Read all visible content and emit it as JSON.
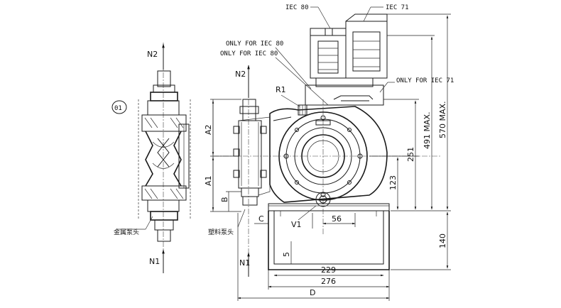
{
  "labels": {
    "iec80_top": "IEC 80",
    "iec71_top": "IEC 71",
    "only_iec80_a": "ONLY FOR IEC 80",
    "only_iec80_b": "ONLY FOR IEC 80",
    "only_iec71": "ONLY FOR IEC 71",
    "n2_left": "N2",
    "n2_mid": "N2",
    "n1_left": "N1",
    "n1_mid": "N1",
    "r1": "R1",
    "a2": "A2",
    "a1": "A1",
    "b": "B",
    "c": "C",
    "v1": "V1",
    "detail_01": "01",
    "metal_head": "金属泵头",
    "plastic_head": "塑料泵头"
  },
  "dimensions": {
    "d56": "56",
    "d5": "5",
    "d229": "229",
    "d276": "276",
    "dD": "D",
    "d251": "251",
    "d123": "123",
    "d491": "491 MAX.",
    "d570": "570 MAX.",
    "d140": "140"
  }
}
